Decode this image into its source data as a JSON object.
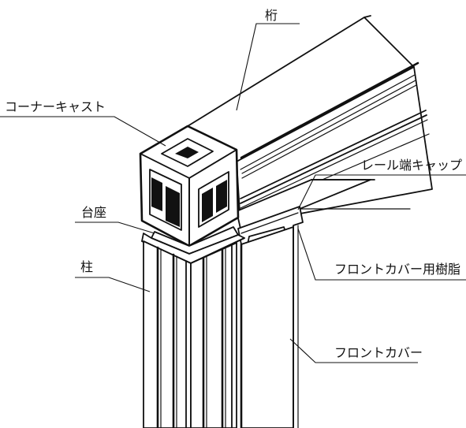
{
  "labels": {
    "beam": "桁",
    "corner_cast": "コーナーキャスト",
    "rail_end_cap": "レール端キャップ",
    "base": "台座",
    "front_cover_resin": "フロントカバー用樹脂",
    "post": "柱",
    "front_cover": "フロントカバー"
  }
}
